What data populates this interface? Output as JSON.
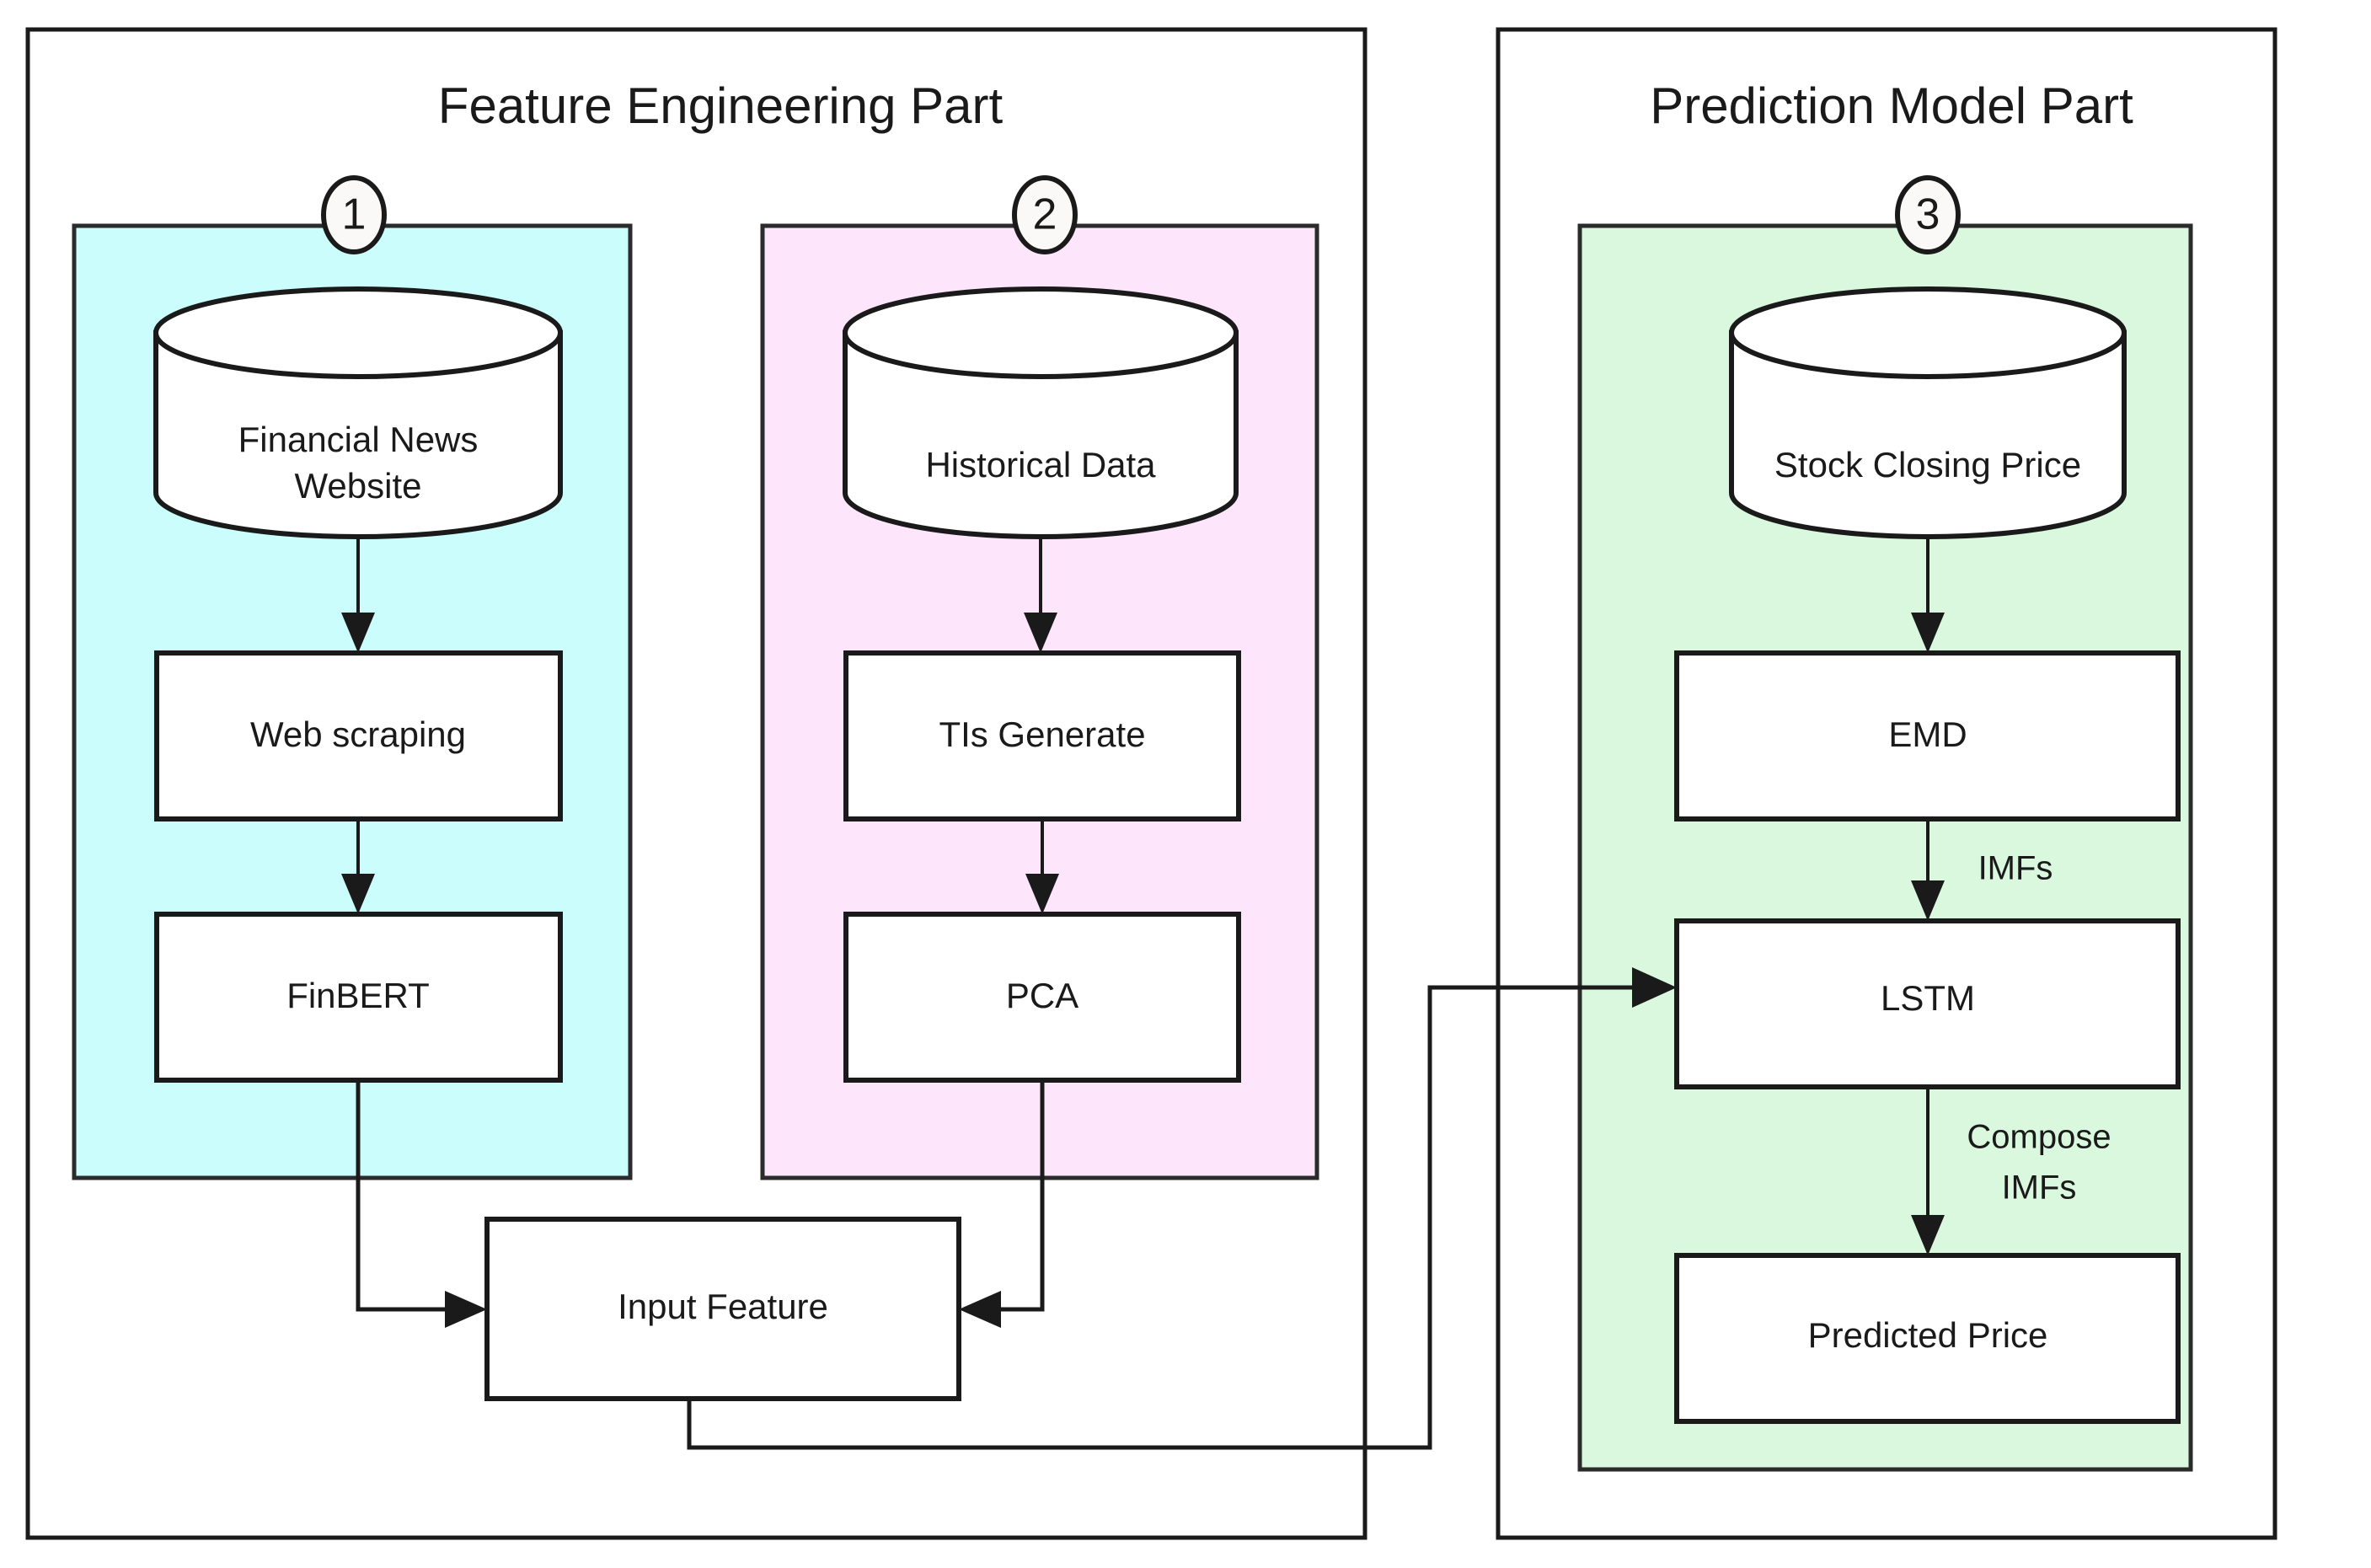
{
  "figure": {
    "kind": "flowchart",
    "background_color": "#ffffff",
    "line_color": "#1a1a1a"
  },
  "sections": [
    {
      "id": "feature-engineering",
      "title": "Feature Engineering Part",
      "frame_color": "#ffffff"
    },
    {
      "id": "prediction-model",
      "title": "Prediction Model Part",
      "frame_color": "#ffffff"
    }
  ],
  "panels": [
    {
      "id": "panel-1",
      "badge": "1",
      "color": "#ccfdfd"
    },
    {
      "id": "panel-2",
      "badge": "2",
      "color": "#fde5fb"
    },
    {
      "id": "panel-3",
      "badge": "3",
      "color": "#d9f8dd"
    }
  ],
  "nodes": {
    "financial_news_website": {
      "line1": "Financial News",
      "line2": "Website",
      "shape": "cylinder"
    },
    "web_scraping": {
      "label": "Web scraping",
      "shape": "process"
    },
    "finbert": {
      "label": "FinBERT",
      "shape": "process"
    },
    "historical_data": {
      "label": "Historical Data",
      "shape": "cylinder"
    },
    "tis_generate": {
      "label": "TIs Generate",
      "shape": "process"
    },
    "pca": {
      "label": "PCA",
      "shape": "process"
    },
    "input_feature": {
      "label": "Input Feature",
      "shape": "process"
    },
    "stock_closing_price": {
      "label": "Stock Closing Price",
      "shape": "cylinder"
    },
    "emd": {
      "label": "EMD",
      "shape": "process"
    },
    "lstm": {
      "label": "LSTM",
      "shape": "process"
    },
    "predicted_price": {
      "label": "Predicted Price",
      "shape": "process"
    }
  },
  "edge_labels": {
    "emd_to_lstm": "IMFs",
    "lstm_to_predicted_line1": "Compose",
    "lstm_to_predicted_line2": "IMFs"
  }
}
